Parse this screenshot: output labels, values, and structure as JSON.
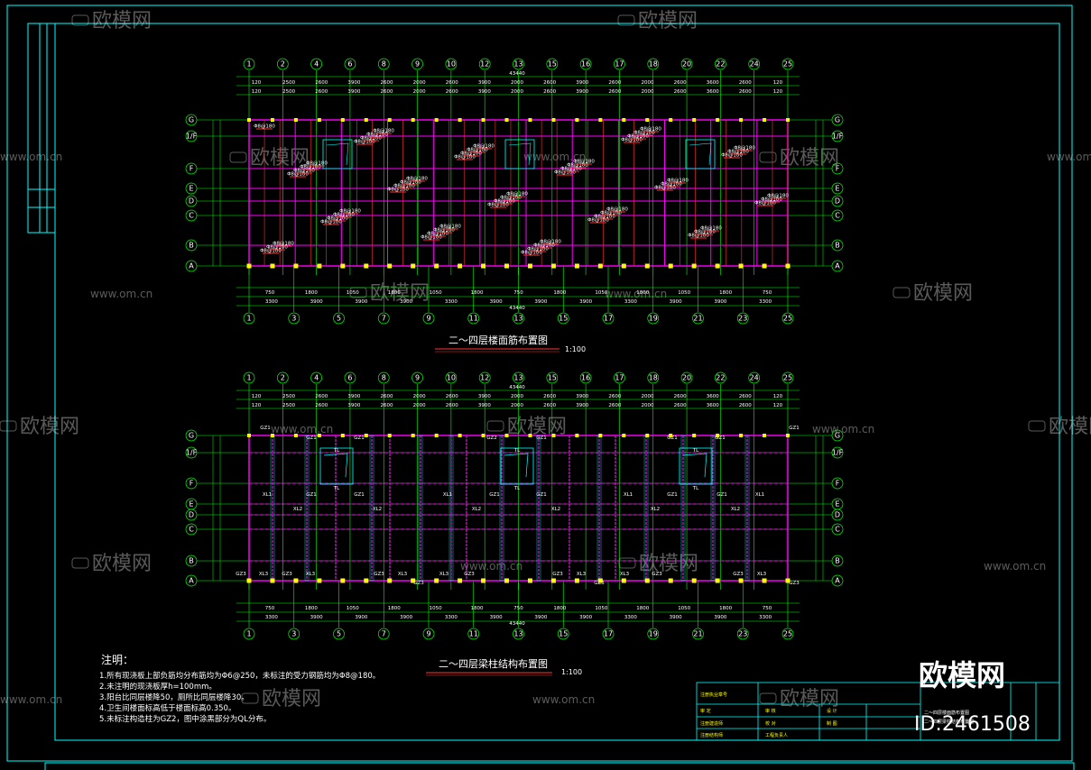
{
  "colors": {
    "frame": "#00ffff",
    "grid": "#00ff00",
    "wall": "#ff00ff",
    "beam": "#ff3333",
    "text": "#ffffff",
    "column": "#ffff00",
    "accent": "#00ffff"
  },
  "watermark": {
    "brand": "欧模网",
    "url": "www.om.cn"
  },
  "top_plan": {
    "title": "二～四层楼面筋布置图",
    "scale": "1:100",
    "axes_top": [
      "1",
      "2",
      "4",
      "6",
      "8",
      "9",
      "10",
      "12",
      "13",
      "15",
      "16",
      "17",
      "18",
      "20",
      "22",
      "24",
      "25"
    ],
    "axes_bottom": [
      "1",
      "3",
      "5",
      "7",
      "9",
      "11",
      "13",
      "15",
      "17",
      "19",
      "21",
      "23",
      "25"
    ],
    "total_dim": "43440",
    "dims_top_row1": [
      "120",
      "2500",
      "2600",
      "3900",
      "2600",
      "2000",
      "2600",
      "3900",
      "2000",
      "2600",
      "3900",
      "2600",
      "2000",
      "2600",
      "3600",
      "2600",
      "120"
    ],
    "dims_bottom_row1": [
      "750",
      "1800",
      "1050",
      "1800",
      "1050",
      "1800",
      "750",
      "1800",
      "1050",
      "1800",
      "1050",
      "1800",
      "750"
    ],
    "dims_bottom_row2": [
      "3300",
      "3900",
      "3900",
      "3900",
      "3300",
      "3900",
      "3900",
      "3900",
      "3300",
      "3900",
      "3900",
      "3300"
    ]
  },
  "bottom_plan": {
    "title": "二～四层梁柱结构布置图",
    "scale": "1:100",
    "axes_top": [
      "1",
      "2",
      "4",
      "6",
      "8",
      "9",
      "10",
      "12",
      "13",
      "15",
      "16",
      "17",
      "18",
      "20",
      "22",
      "24",
      "25"
    ],
    "axes_bottom": [
      "1",
      "3",
      "5",
      "7",
      "9",
      "11",
      "13",
      "15",
      "17",
      "19",
      "21",
      "23",
      "25"
    ],
    "total_dim": "43440",
    "dims_top_row1": [
      "120",
      "2500",
      "2600",
      "3900",
      "2600",
      "2000",
      "2600",
      "3900",
      "2000",
      "2600",
      "3900",
      "2600",
      "2000",
      "2600",
      "3600",
      "2600",
      "120"
    ],
    "dims_bottom_row1": [
      "750",
      "1800",
      "1050",
      "1800",
      "1050",
      "1800",
      "750",
      "1800",
      "1050",
      "1800",
      "1050",
      "1800",
      "750"
    ],
    "dims_bottom_row2": [
      "3300",
      "3900",
      "3900",
      "3900",
      "3300",
      "3900",
      "3900",
      "3900",
      "3300",
      "3900",
      "3900",
      "3300"
    ],
    "labels": {
      "gz1": "GZ1",
      "gz2": "GZ2",
      "gz3": "GZ3",
      "tl": "TL",
      "xl1": "XL1",
      "xl2": "XL2",
      "xl3": "XL3"
    }
  },
  "axes_left": [
    "G",
    "1/F",
    "F",
    "E",
    "D",
    "C",
    "B",
    "A"
  ],
  "axes_right": [
    "G",
    "1/F",
    "F",
    "E",
    "D",
    "C",
    "B",
    "A"
  ],
  "notes": {
    "heading": "注明：",
    "lines": [
      "1.所有现浇板上部负筋均分布筋均为Φ6@250，未标注的受力钢筋均为Φ8@180。",
      "2.未注明的现浇板厚h=100mm。",
      "3.阳台比同层楼降50，厕所比同层楼降30。",
      "4.卫生间楼面标高低于楼面标高0.350。",
      "5.未标注构造柱为GZ2，图中涂黑部分为QL分布。"
    ]
  },
  "title_block": {
    "row1": [
      "注册执业章号"
    ],
    "row2": [
      "审 定",
      "审 核",
      "设 计"
    ],
    "row3": [
      "注册建造师",
      "校 对",
      "制 图"
    ],
    "row4": [
      "注册结构师",
      "工程负责人"
    ],
    "drawing_name": "二～四层楼面筋布置图",
    "drawing_name2": "二～四层梁柱结构布置图"
  },
  "id_label": "ID:2461508",
  "logo_text": "欧模网"
}
